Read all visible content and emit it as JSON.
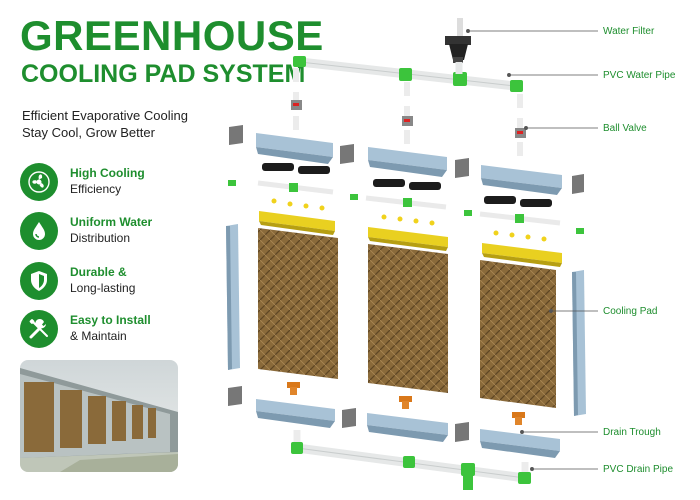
{
  "title": {
    "line1": "GREENHOUSE",
    "line2": "COOLING PAD SYSTEM"
  },
  "subtitle": {
    "line1": "Efficient Evaporative Cooling",
    "line2": "Stay Cool, Grow Better"
  },
  "features": [
    {
      "bold": "High Cooling",
      "text": "Efficiency",
      "icon": "fan-icon"
    },
    {
      "bold": "Uniform Water",
      "text": "Distribution",
      "icon": "water-drop-icon"
    },
    {
      "bold": "Durable &",
      "text": "Long-lasting",
      "icon": "shield-icon"
    },
    {
      "bold": "Easy to Install",
      "text": "& Maintain",
      "icon": "tools-icon"
    }
  ],
  "callouts": {
    "water_filter": "Water Filter",
    "pvc_water_pipe": "PVC Water Pipe",
    "ball_valve": "Ball Valve",
    "cooling_pad": "Cooling Pad",
    "drain_trough": "Drain Trough",
    "pvc_drain_pipe": "PVC Drain Pipe"
  },
  "colors": {
    "brand_green": "#1e8e2e",
    "pad_brown": "#8a6a3a",
    "trough_blue": "#9db8cc",
    "pipe_white": "#eef0f0"
  }
}
